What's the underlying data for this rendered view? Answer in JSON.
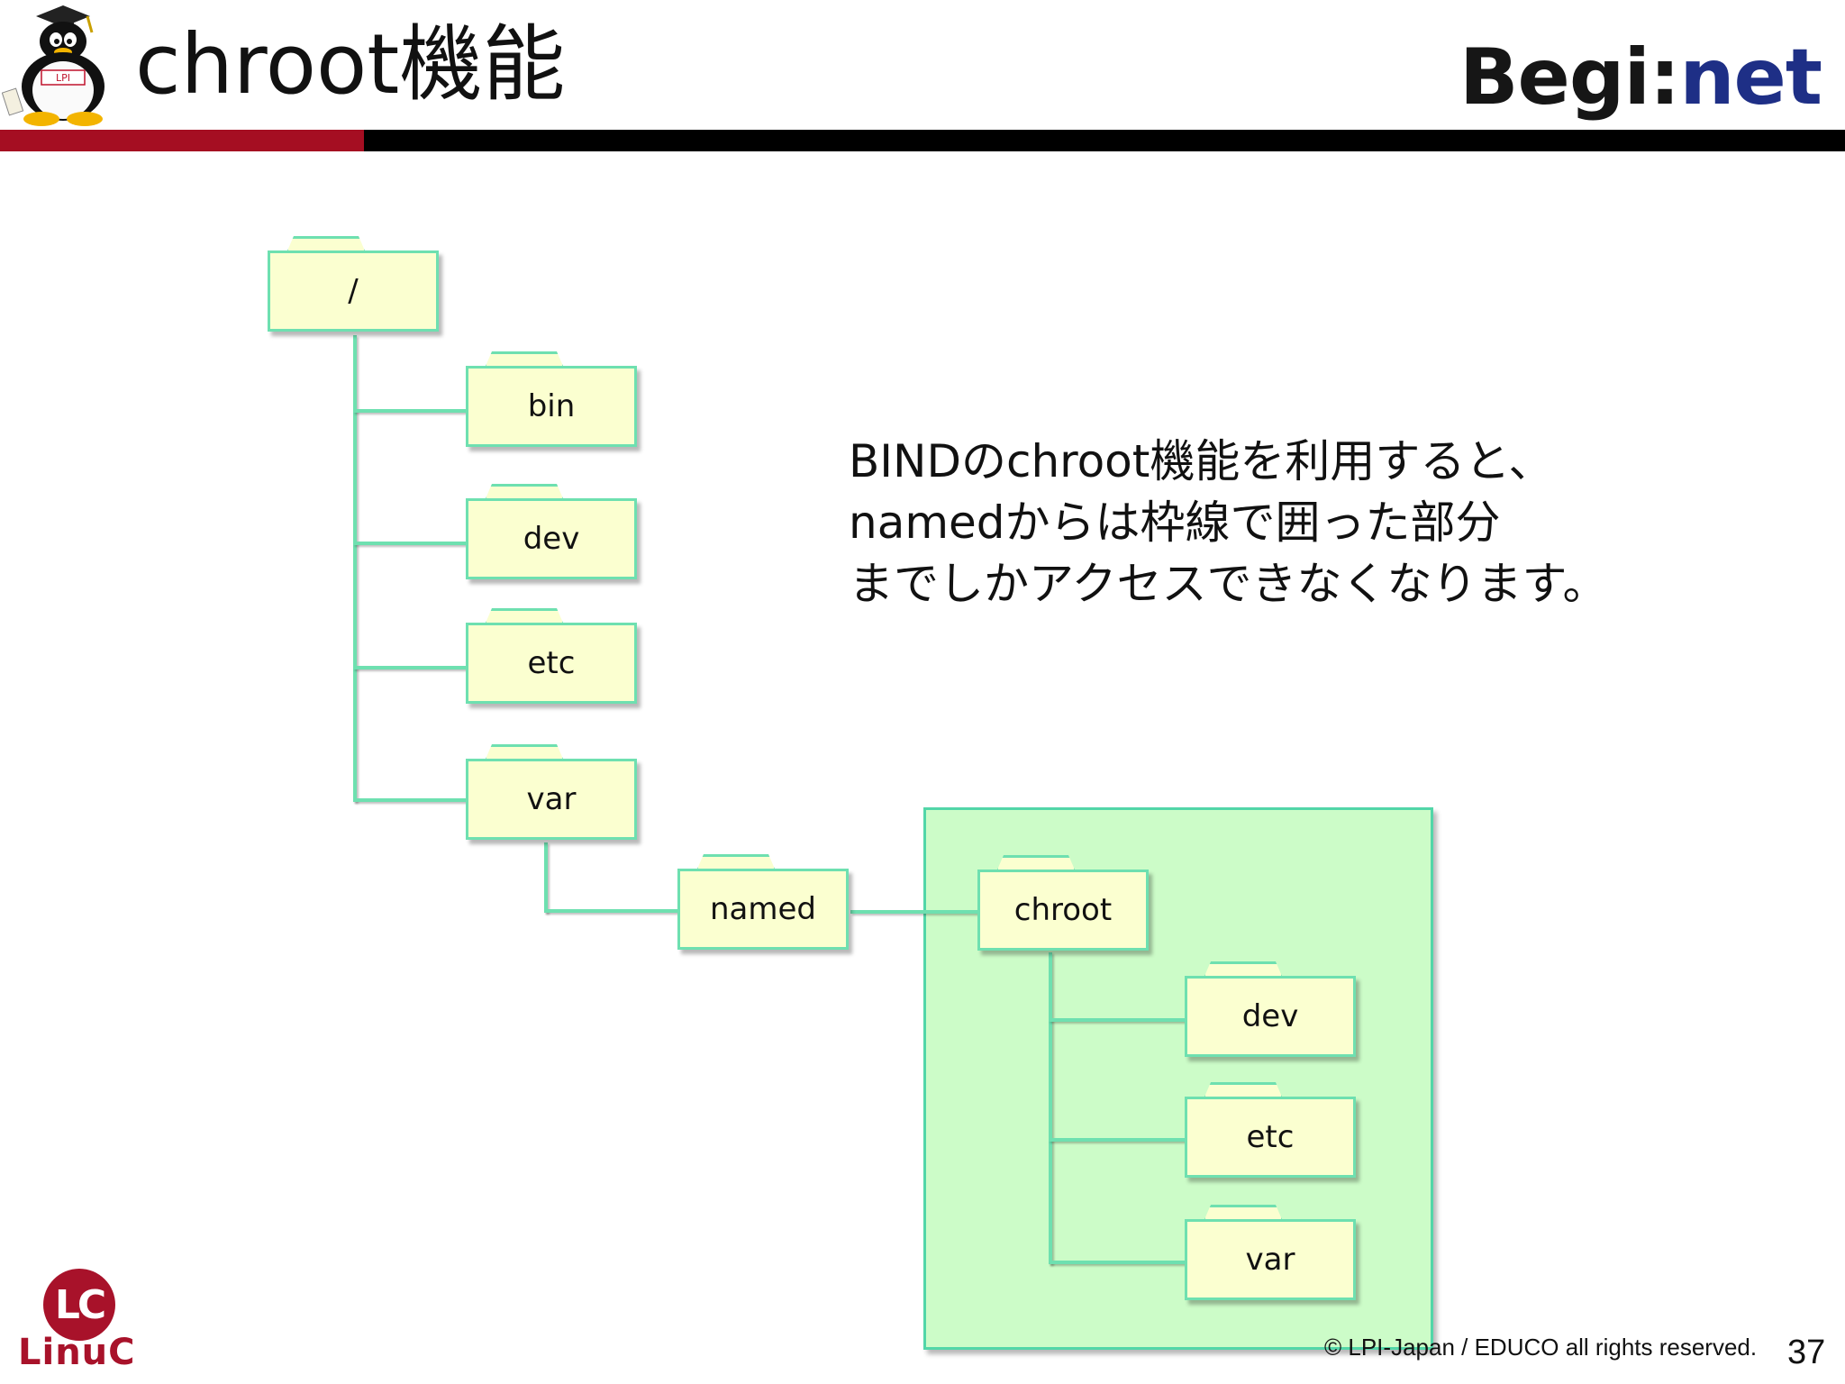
{
  "header": {
    "title": "chroot機能",
    "logo_begi": "Begi",
    "logo_colon": ":",
    "logo_net": "net"
  },
  "tree": {
    "root": "/",
    "bin": "bin",
    "dev": "dev",
    "etc": "etc",
    "var": "var",
    "named": "named",
    "chroot": "chroot",
    "chroot_dev": "dev",
    "chroot_etc": "etc",
    "chroot_var": "var"
  },
  "description": {
    "line1": "BINDのchroot機能を利用すると、",
    "line2": "namedからは枠線で囲った部分",
    "line3": "までしかアクセスできなくなります。"
  },
  "footer": {
    "lc_mark": "LC",
    "lc_word": "LinuC",
    "copyright": "© LPI-Japan / EDUCO all rights reserved.",
    "page_number": "37"
  },
  "colors": {
    "brand_red": "#a50e22",
    "folder_fill": "#fbffd0",
    "folder_border": "#6ee0b0",
    "region_fill": "#ccfcc8",
    "logo_net_blue": "#1e2f86"
  }
}
